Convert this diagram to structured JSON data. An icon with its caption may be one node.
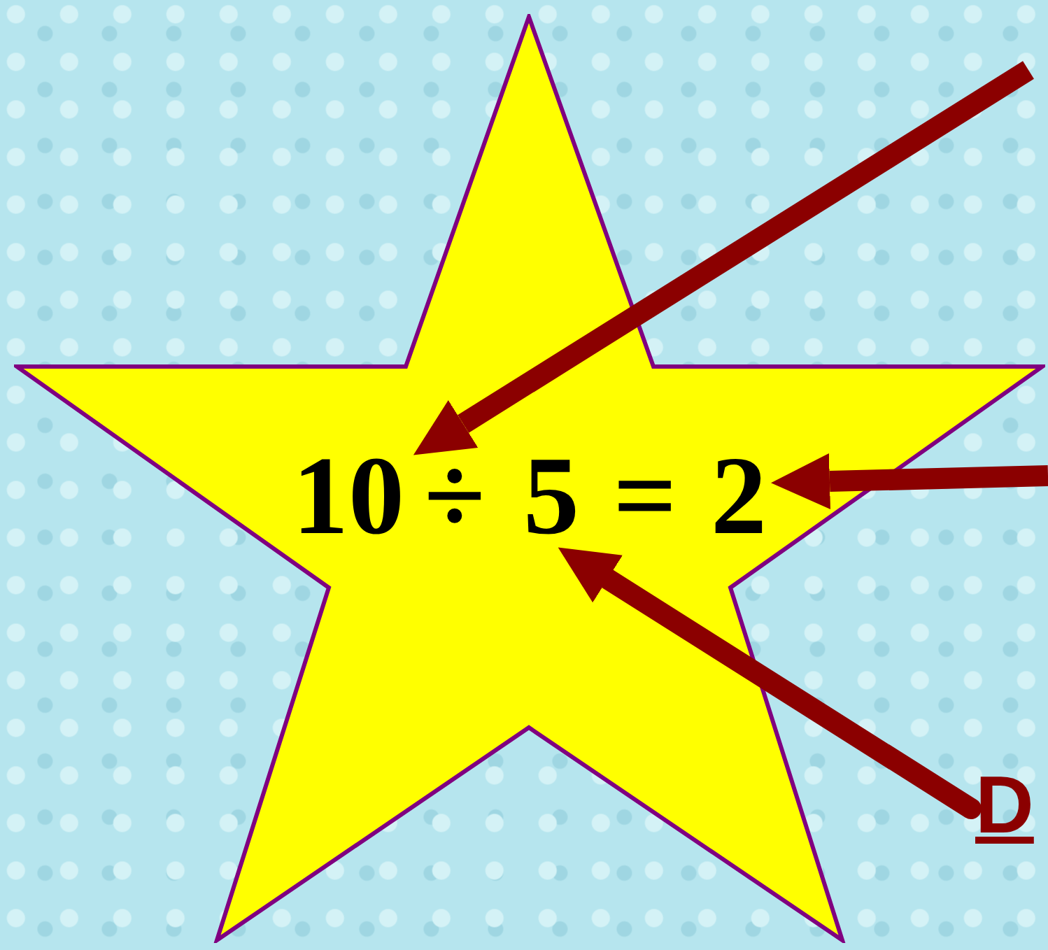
{
  "diagram": {
    "nodes": [
      {
        "text": [],
        "shape": "star"
      },
      {
        "text": [
          "10"
        ],
        "in": 0
      },
      {
        "text": [
          "÷"
        ],
        "in": 0
      },
      {
        "text": [
          "5"
        ],
        "in": 0
      },
      {
        "text": [
          "="
        ],
        "in": 0
      },
      {
        "text": [
          "2"
        ],
        "in": 0
      },
      {
        "text": [
          "D"
        ]
      }
    ],
    "edges": [
      {
        "from": null,
        "to": 1,
        "arrow": "to"
      },
      {
        "from": null,
        "to": 5,
        "arrow": "to"
      },
      {
        "from": 6,
        "to": 3,
        "arrow": "to"
      }
    ]
  }
}
